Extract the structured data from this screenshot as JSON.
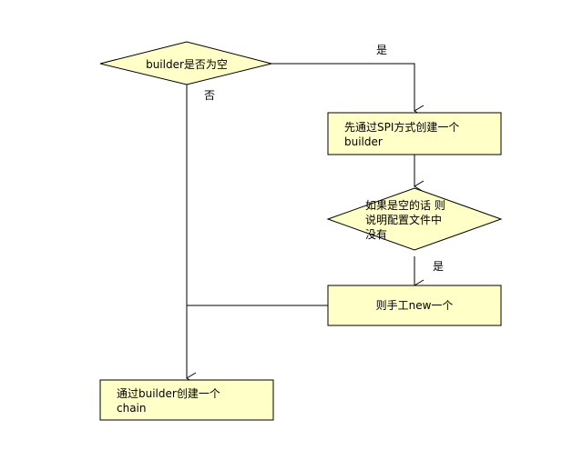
{
  "colors": {
    "node_fill": "#ffffc8",
    "stroke": "#000000"
  },
  "nodes": {
    "check_builder_empty": {
      "line1": "builder是否为空"
    },
    "create_builder_spi": {
      "line1": "先通过SPI方式创建一个",
      "line2": "builder"
    },
    "check_config_missing": {
      "line1": "如果是空的话 则",
      "line2": "说明配置文件中",
      "line3": "没有"
    },
    "manual_new": {
      "line1": "则手工new一个"
    },
    "create_chain": {
      "line1": "通过builder创建一个",
      "line2": "chain"
    }
  },
  "edges": {
    "yes_to_spi": {
      "label": "是"
    },
    "no_to_chain": {
      "label": "否"
    },
    "yes_to_manual": {
      "label": "是"
    }
  }
}
